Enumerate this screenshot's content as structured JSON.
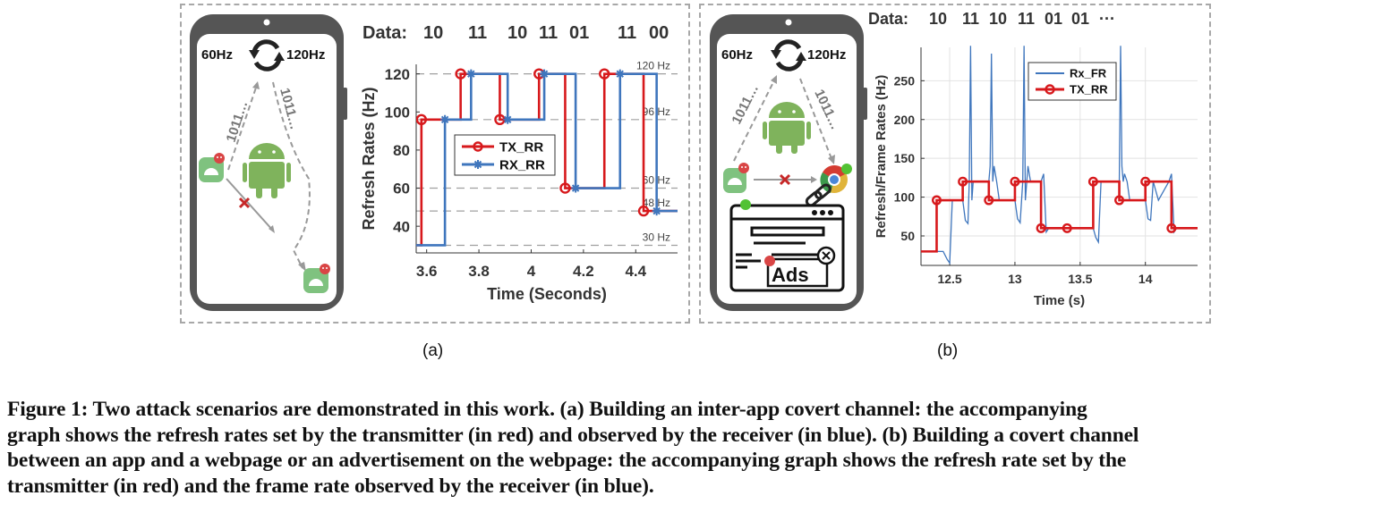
{
  "figure": {
    "panel_a": {
      "label": "(a)",
      "phone": {
        "low_rate": "60Hz",
        "high_rate": "120Hz",
        "bits_up": "1011…",
        "bits_down": "1011…",
        "icons": [
          "sync-icon",
          "android-icon",
          "malicious-app-icon",
          "receiver-app-icon",
          "blocked-cross-icon"
        ]
      },
      "data_header": {
        "prefix": "Data:",
        "bits": [
          "10",
          "11",
          "10",
          "11",
          "01",
          "11",
          "00"
        ]
      }
    },
    "panel_b": {
      "label": "(b)",
      "phone": {
        "low_rate": "60Hz",
        "high_rate": "120Hz",
        "bits_up": "1011…",
        "bits_down": "1011…",
        "ads_text": "Ads",
        "icons": [
          "sync-icon",
          "android-icon",
          "malicious-app-icon",
          "chrome-icon",
          "link-icon",
          "browser-window-icon",
          "ads-icon",
          "blocked-cross-icon"
        ]
      },
      "data_header": {
        "prefix": "Data:",
        "bits": [
          "10",
          "11",
          "10",
          "11",
          "01",
          "01",
          "···"
        ]
      }
    },
    "caption": {
      "lines": [
        "Figure 1: Two attack scenarios are demonstrated in this work. (a) Building an inter-app covert channel: the accompanying",
        "graph shows the refresh rates set by the transmitter (in red) and observed by the receiver (in blue). (b) Building a covert channel",
        "between an app and a webpage or an advertisement on the webpage: the accompanying graph shows the refresh rate set by the",
        "transmitter (in red) and the frame rate observed by the receiver (in blue)."
      ]
    }
  },
  "colors": {
    "tx": "#d7191c",
    "rx": "#3f76bd",
    "grid": "#9a9a9a",
    "dash": "#a8a8a8"
  },
  "chart_data": [
    {
      "type": "line",
      "title": "",
      "xlabel": "Time (Seconds)",
      "ylabel": "Refresh Rates (Hz)",
      "xlim": [
        3.56,
        4.56
      ],
      "ylim": [
        26,
        125
      ],
      "xticks": [
        3.6,
        3.8,
        4,
        4.2,
        4.4
      ],
      "xtick_labels": [
        "3.6",
        "3.8",
        "4",
        "4.2",
        "4.4"
      ],
      "yticks": [
        40,
        60,
        80,
        100,
        120
      ],
      "ytick_labels": [
        "40",
        "60",
        "80",
        "100",
        "120"
      ],
      "reference_lines": [
        {
          "value": 120,
          "label": "120 Hz"
        },
        {
          "value": 96,
          "label": "96 Hz"
        },
        {
          "value": 60,
          "label": "60 Hz"
        },
        {
          "value": 48,
          "label": "48 Hz"
        },
        {
          "value": 30,
          "label": "30 Hz"
        }
      ],
      "legend": {
        "position": "center-left",
        "entries": [
          "TX_RR",
          "RX_RR"
        ]
      },
      "series": [
        {
          "name": "TX_RR",
          "color": "#d7191c",
          "marker": "circle",
          "x": [
            3.56,
            3.58,
            3.58,
            3.73,
            3.73,
            3.88,
            3.88,
            4.03,
            4.03,
            4.13,
            4.13,
            4.28,
            4.28,
            4.43,
            4.43,
            4.56
          ],
          "y": [
            30,
            30,
            96,
            96,
            120,
            120,
            96,
            96,
            120,
            120,
            60,
            60,
            120,
            120,
            48,
            48
          ],
          "markers": [
            [
              3.58,
              96
            ],
            [
              3.73,
              120
            ],
            [
              3.88,
              96
            ],
            [
              4.03,
              120
            ],
            [
              4.13,
              60
            ],
            [
              4.28,
              120
            ],
            [
              4.43,
              48
            ]
          ]
        },
        {
          "name": "RX_RR",
          "color": "#3f76bd",
          "marker": "star",
          "x": [
            3.56,
            3.67,
            3.67,
            3.77,
            3.77,
            3.91,
            3.91,
            4.05,
            4.05,
            4.17,
            4.17,
            4.34,
            4.34,
            4.48,
            4.48,
            4.56
          ],
          "y": [
            30,
            30,
            96,
            96,
            120,
            120,
            96,
            96,
            120,
            120,
            60,
            60,
            120,
            120,
            48,
            48
          ],
          "markers": [
            [
              3.67,
              96
            ],
            [
              3.77,
              120
            ],
            [
              3.91,
              96
            ],
            [
              4.05,
              120
            ],
            [
              4.17,
              60
            ],
            [
              4.34,
              120
            ],
            [
              4.48,
              48
            ]
          ]
        }
      ]
    },
    {
      "type": "line",
      "title": "",
      "xlabel": "Time (s)",
      "ylabel": "Refresh/Frame Rates (Hz)",
      "xlim": [
        12.28,
        14.4
      ],
      "ylim": [
        12,
        293
      ],
      "xticks": [
        12.5,
        13,
        13.5,
        14
      ],
      "xtick_labels": [
        "12.5",
        "13",
        "13.5",
        "14"
      ],
      "yticks": [
        50,
        100,
        150,
        200,
        250
      ],
      "ytick_labels": [
        "50",
        "100",
        "150",
        "200",
        "250"
      ],
      "grid": true,
      "legend": {
        "position": "top-right",
        "entries": [
          "Rx_FR",
          "TX_RR"
        ]
      },
      "series": [
        {
          "name": "Rx_FR",
          "color": "#3f76bd",
          "marker": "none",
          "x": [
            12.28,
            12.4,
            12.45,
            12.48,
            12.5,
            12.52,
            12.6,
            12.62,
            12.64,
            12.65,
            12.66,
            12.67,
            12.68,
            12.7,
            12.72,
            12.8,
            12.81,
            12.82,
            12.83,
            12.84,
            12.86,
            12.88,
            13.0,
            13.02,
            13.04,
            13.06,
            13.07,
            13.08,
            13.1,
            13.12,
            13.2,
            13.22,
            13.24,
            13.26,
            13.6,
            13.62,
            13.64,
            13.66,
            13.8,
            13.81,
            13.82,
            13.83,
            13.84,
            13.86,
            13.88,
            14.0,
            14.02,
            14.04,
            14.06,
            14.1,
            14.18,
            14.2,
            14.22,
            14.24,
            14.3
          ],
          "y": [
            30,
            30,
            30,
            20,
            15,
            96,
            96,
            70,
            66,
            120,
            295,
            96,
            120,
            120,
            120,
            120,
            140,
            285,
            120,
            140,
            120,
            96,
            96,
            72,
            67,
            120,
            295,
            96,
            140,
            120,
            120,
            130,
            55,
            60,
            60,
            48,
            42,
            120,
            120,
            295,
            140,
            120,
            130,
            120,
            96,
            96,
            72,
            70,
            120,
            96,
            120,
            130,
            55,
            60,
            60
          ]
        },
        {
          "name": "TX_RR",
          "color": "#d7191c",
          "marker": "circle",
          "x": [
            12.28,
            12.4,
            12.4,
            12.6,
            12.6,
            12.8,
            12.8,
            13.0,
            13.0,
            13.2,
            13.2,
            13.6,
            13.6,
            13.8,
            13.8,
            14.0,
            14.0,
            14.2,
            14.2,
            14.4
          ],
          "y": [
            30,
            30,
            96,
            96,
            120,
            120,
            96,
            96,
            120,
            120,
            60,
            60,
            120,
            120,
            96,
            96,
            120,
            120,
            60,
            60
          ],
          "markers": [
            [
              12.4,
              96
            ],
            [
              12.6,
              120
            ],
            [
              12.8,
              96
            ],
            [
              13.0,
              120
            ],
            [
              13.2,
              60
            ],
            [
              13.4,
              60
            ],
            [
              13.6,
              120
            ],
            [
              13.8,
              96
            ],
            [
              14.0,
              120
            ],
            [
              14.2,
              60
            ]
          ]
        }
      ]
    }
  ]
}
